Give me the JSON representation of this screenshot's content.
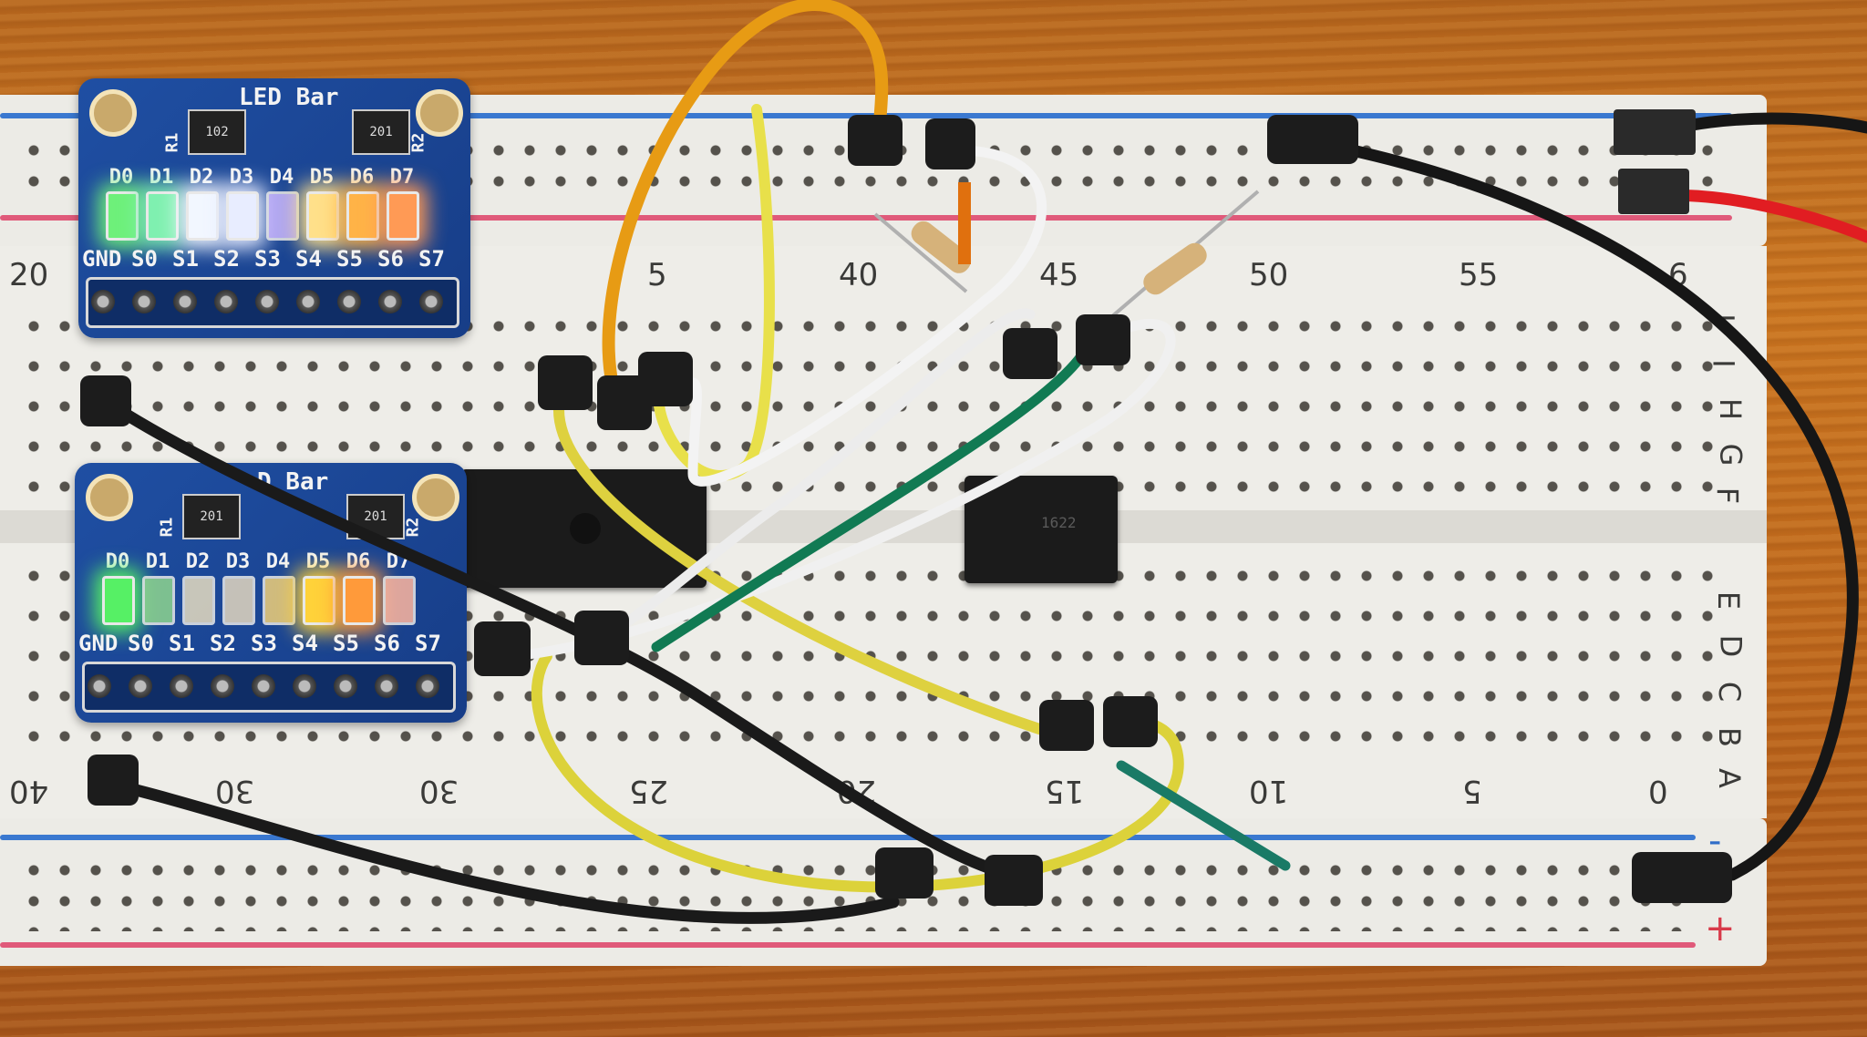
{
  "scene": {
    "subject": "",
    "led_bar_top": {
      "title": "LED Bar",
      "chip_marks": [
        "R1",
        "102",
        "201",
        "R2"
      ],
      "d_labels": [
        "D0",
        "D1",
        "D2",
        "D3",
        "D4",
        "D5",
        "D6",
        "D7"
      ],
      "s_labels": [
        "GND",
        "S0",
        "S1",
        "S2",
        "S3",
        "S4",
        "S5",
        "S6",
        "S7"
      ],
      "led_colors": [
        "#6ef07a",
        "#7ff0b0",
        "#f2f7ff",
        "#e8edff",
        "#c9b6ff",
        "#ffe08a",
        "#ffb347",
        "#ff9a55"
      ],
      "led_lit": [
        true,
        true,
        true,
        true,
        false,
        true,
        true,
        true
      ]
    },
    "led_bar_bottom": {
      "title": "D Bar",
      "chip_marks": [
        "R1",
        "201",
        "201",
        "R2"
      ],
      "d_labels": [
        "D0",
        "D1",
        "D2",
        "D3",
        "D4",
        "D5",
        "D6",
        "D7"
      ],
      "s_labels": [
        "GND",
        "S0",
        "S1",
        "S2",
        "S3",
        "S4",
        "S5",
        "S6",
        "S7"
      ],
      "led_colors": [
        "#56f065",
        "#8fd58f",
        "#e6dcc0",
        "#e3d7bf",
        "#f0d07a",
        "#ffd23a",
        "#ff9a3a",
        "#ffb7a0"
      ],
      "led_lit": [
        true,
        false,
        false,
        false,
        false,
        true,
        true,
        false
      ]
    },
    "breadboard": {
      "top_numbers": [
        "20",
        "5",
        "40",
        "45",
        "50",
        "55",
        "6"
      ],
      "bottom_numbers": [
        "40",
        "30",
        "30",
        "25",
        "20",
        "15",
        "10",
        "5",
        "0"
      ],
      "side_letters_top": [
        "J",
        "I",
        "H",
        "G",
        "F"
      ],
      "side_letters_bottom": [
        "E",
        "D",
        "C",
        "B",
        "A"
      ],
      "rail_plus": "+",
      "rail_minus": "-"
    },
    "ic_small_text": "1622"
  }
}
